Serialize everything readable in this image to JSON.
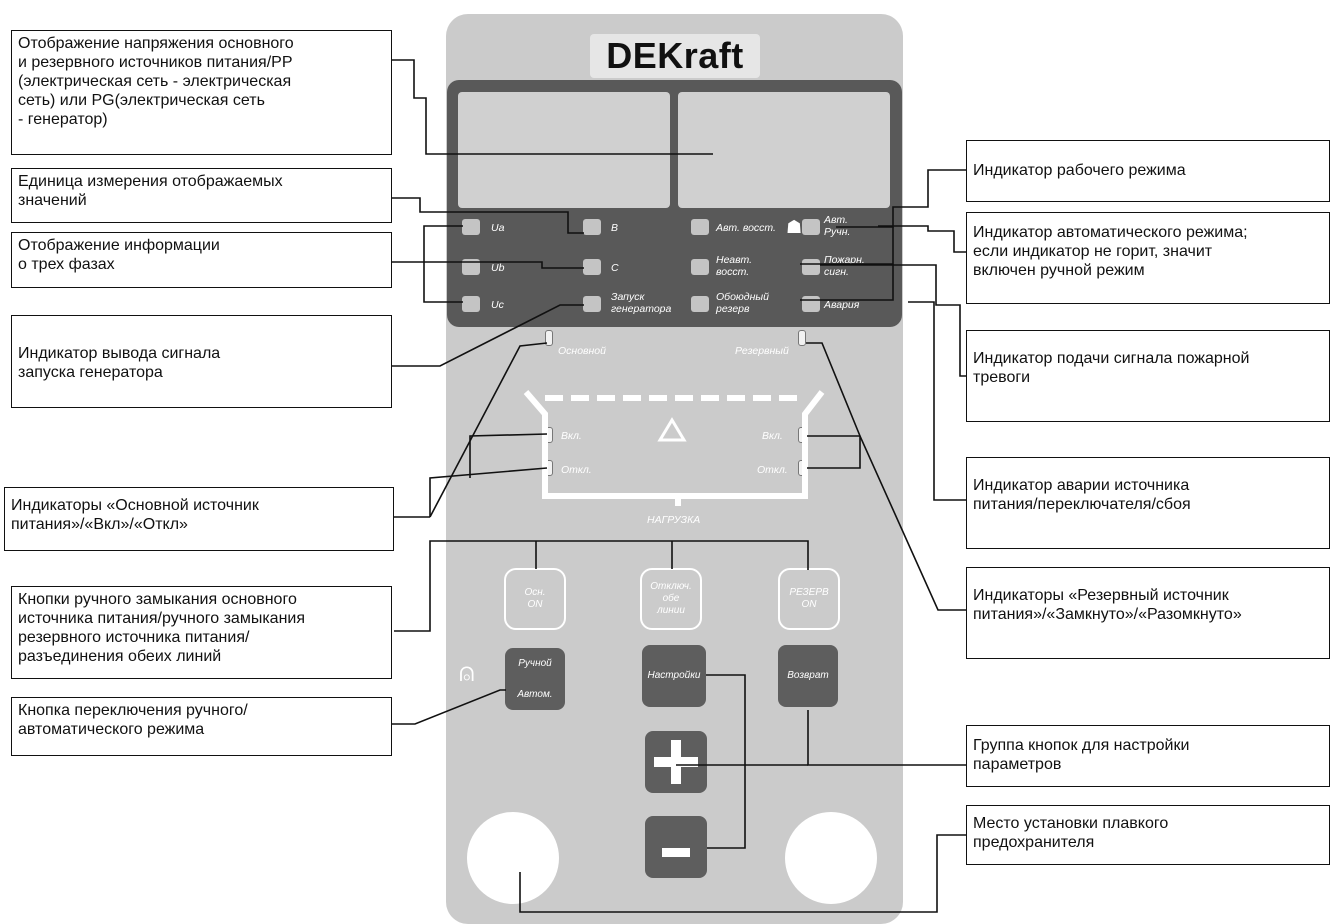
{
  "brand": "DEKraft",
  "callouts": {
    "voltage_display": "Отображение напряжения основного\nи резервного источников питания/PP\n(электрическая сеть - электрическая\nсеть) или PG(электрическая сеть\n- генератор)",
    "units": "Единица измерения отображаемых\nзначений",
    "three_phase": "Отображение информации\nо трех фазах",
    "gen_start": "Индикатор вывода сигнала\nзапуска генератора",
    "main_source": "Индикаторы «Основной источник\nпитания»/«Вкл»/«Откл»",
    "manual_close_buttons": "Кнопки ручного замыкания основного\nисточника питания/ручного замыкания\nрезервного источника питания/\nразъединения обеих линий",
    "mode_switch": "Кнопка переключения ручного/\nавтоматического режима",
    "work_mode": "Индикатор рабочего режима",
    "auto_mode": "Индикатор автоматического режима;\nесли индикатор не горит, значит\nвключен ручной режим",
    "fire_alarm": "Индикатор подачи сигнала пожарной\nтревоги",
    "source_fault": "Индикатор аварии источника\nпитания/переключателя/сбоя",
    "reserve_source": "Индикаторы «Резервный источник\nпитания»/«Замкнуто»/«Разомкнуто»",
    "settings_group": "Группа кнопок для настройки\nпараметров",
    "fuse": "Место установки плавкого\nпредохранителя"
  },
  "indicators": {
    "ua": "Ua",
    "ub": "Ub",
    "uc": "Uc",
    "v": "В",
    "c": "C",
    "gen_start": "Запуск\nгенератора",
    "auto_restore": "Авт. восст.",
    "nonauto_restore": "Неавт.\nвосст.",
    "bypass_reserve": "Обоюдный\nрезерв",
    "auto_manual": "Авт.\nРучн.",
    "fire_signal": "Пожарн.\nсигн.",
    "alarm": "Авария"
  },
  "diagram": {
    "main": "Основной",
    "reserve": "Резервный",
    "on_left": "Вкл.",
    "off_left": "Откл.",
    "on_right": "Вкл.",
    "off_right": "Откл.",
    "load": "НАГРУЗКА"
  },
  "buttons": {
    "main_on": "Осн.\nON",
    "disconnect_both": "Отключ.\nобе\nлинии",
    "reserve_on": "РЕЗЕРВ\nON",
    "manual": "Ручной",
    "auto": "Автом.",
    "settings": "Настройки",
    "back": "Возврат",
    "plus": "+",
    "minus": "–"
  },
  "colors": {
    "panel": "#cbcbcb",
    "dark_panel": "#595959",
    "button": "#5e5e5e"
  }
}
